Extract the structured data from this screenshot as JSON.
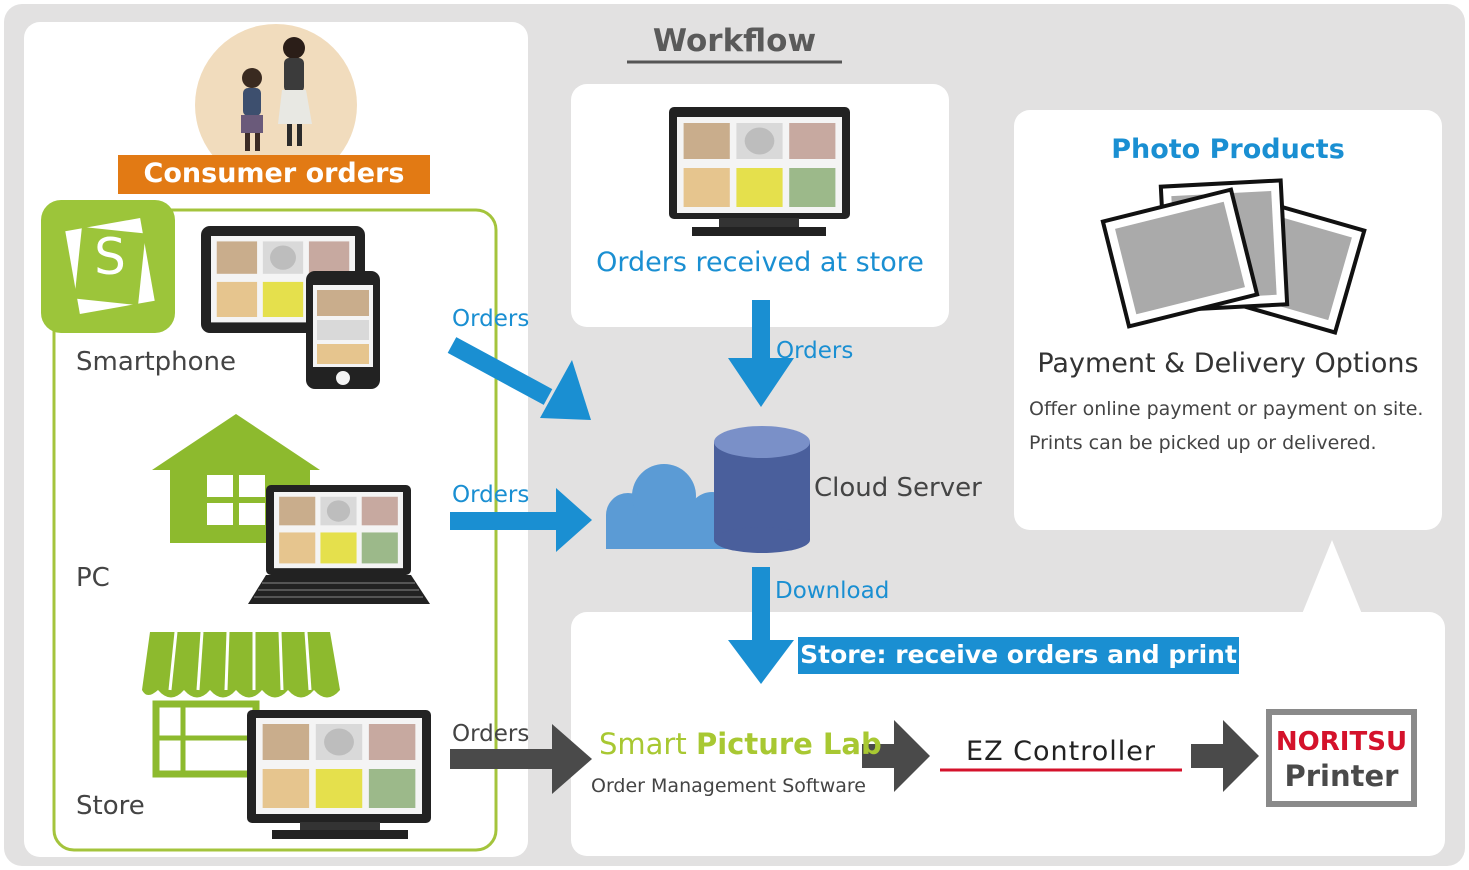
{
  "title": "Workflow",
  "consumer": {
    "header": "Consumer orders",
    "app_letter": "S",
    "smartphone": "Smartphone",
    "pc": "PC",
    "store": "Store"
  },
  "flow": {
    "orders": "Orders",
    "orders_received": "Orders received at store",
    "cloud_server": "Cloud Server",
    "download": "Download"
  },
  "products": {
    "heading": "Photo Products",
    "options_title": "Payment & Delivery Options",
    "line1": "Offer online payment or payment on site.",
    "line2": "Prints can be picked up or delivered."
  },
  "store_box": {
    "banner": "Store: receive orders and print",
    "spl_smart": "Smart",
    "spl_name": "Picture Lab",
    "spl_sub": "Order Management Software",
    "ez": "EZ Controller",
    "noritsu": "NORITSU",
    "printer": "Printer"
  },
  "colors": {
    "frame": "#e2e1e1",
    "orange": "#e27a14",
    "green": "#8dba2e",
    "blue": "#1a8fd2",
    "cloud": "#5b9bd5",
    "cylinder": "#4a5f9c",
    "gray_arrow": "#4a4a4a",
    "noritsu_red": "#d4122b"
  }
}
